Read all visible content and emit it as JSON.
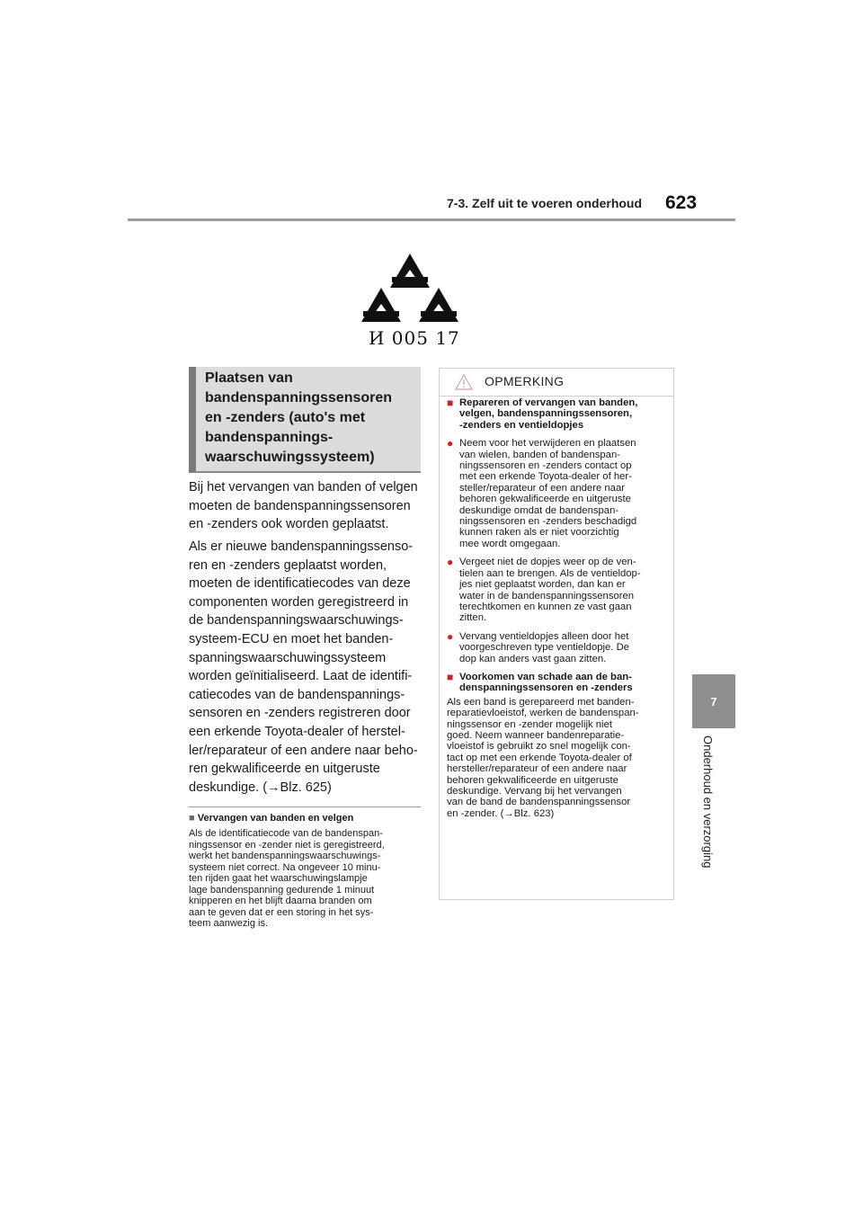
{
  "header": {
    "section": "7-3. Zelf uit te voeren onderhoud",
    "page_number": "623"
  },
  "chapter": {
    "number": "7",
    "label": "Onderhoud en verzorging"
  },
  "figure": {
    "code": "И 005 17",
    "icon": "tpms-triangle-symbol"
  },
  "heading": {
    "lines": [
      "Plaatsen van",
      "bandenspanningssensoren",
      "en -zenders (auto's met",
      "bandenspannings-",
      "waarschuwingssysteem)"
    ]
  },
  "body": {
    "para1": [
      "Bij het vervangen van banden of velgen",
      "moeten de bandenspanningssensoren",
      "en -zenders ook worden geplaatst."
    ],
    "para2": [
      "Als er nieuwe bandenspanningssenso-",
      "ren en -zenders geplaatst worden,",
      "moeten de identificatiecodes van deze",
      "componenten worden geregistreerd in",
      "de bandenspanningswaarschuwings-",
      "systeem-ECU en moet het banden-",
      "spanningswaarschuwingssysteem",
      "worden geïnitialiseerd. Laat de identifi-",
      "catiecodes van de bandenspannings-",
      "sensoren en -zenders registreren door",
      "een erkende Toyota-dealer of herstel-",
      "ler/reparateur of een andere naar beho-",
      "ren gekwalificeerde en uitgeruste",
      "deskundige. (→Blz. 625)"
    ]
  },
  "sub_section": {
    "title": "Vervangen van banden en velgen",
    "lines": [
      "Als de identificatiecode van de bandenspan-",
      "ningssensor en -zender niet is geregistreerd,",
      "werkt het bandenspanningswaarschuwings-",
      "systeem niet correct. Na ongeveer 10 minu-",
      "ten rijden gaat het waarschuwingslampje",
      "lage bandenspanning gedurende 1 minuut",
      "knipperen en het blijft daarna branden om",
      "aan te geven dat er een storing in het sys-",
      "teem aanwezig is."
    ]
  },
  "note": {
    "title": "OPMERKING",
    "s1_title": [
      "Repareren of vervangen van banden,",
      "velgen, bandenspanningssensoren,",
      "-zenders en ventieldopjes"
    ],
    "b1": [
      "Neem voor het verwijderen en plaatsen",
      "van wielen, banden of bandenspan-",
      "ningssensoren en -zenders contact op",
      "met een erkende Toyota-dealer of her-",
      "steller/reparateur of een andere naar",
      "behoren gekwalificeerde en uitgeruste",
      "deskundige omdat de bandenspan-",
      "ningssensoren en -zenders beschadigd",
      "kunnen raken als er niet voorzichtig",
      "mee wordt omgegaan."
    ],
    "b2": [
      "Vergeet niet de dopjes weer op de ven-",
      "tielen aan te brengen. Als de ventieldop-",
      "jes niet geplaatst worden, dan kan er",
      "water in de bandenspanningssensoren",
      "terechtkomen en kunnen ze vast gaan",
      "zitten."
    ],
    "b3": [
      "Vervang ventieldopjes alleen door het",
      "voorgeschreven type ventieldopje. De",
      "dop kan anders vast gaan zitten."
    ],
    "s2_title": [
      "Voorkomen van schade aan de ban-",
      "denspanningssensoren en -zenders"
    ],
    "p2": [
      "Als een band is gerepareerd met banden-",
      "reparatievloeistof, werken de bandenspan-",
      "ningssensor en -zender mogelijk niet",
      "goed. Neem wanneer bandenreparatie-",
      "vloeistof is gebruikt zo snel mogelijk con-",
      "tact op met een erkende Toyota-dealer of",
      "hersteller/reparateur of een andere naar",
      "behoren gekwalificeerde en uitgeruste",
      "deskundige. Vervang bij het vervangen",
      "van de band de bandenspanningssensor",
      "en -zender. (→Blz. 623)"
    ]
  }
}
